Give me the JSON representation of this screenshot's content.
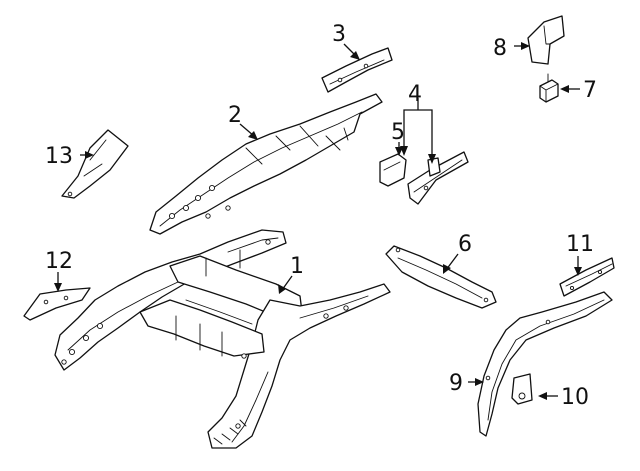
{
  "diagram": {
    "callouts": [
      {
        "id": "1",
        "text": "1"
      },
      {
        "id": "2",
        "text": "2"
      },
      {
        "id": "3",
        "text": "3"
      },
      {
        "id": "4",
        "text": "4"
      },
      {
        "id": "5",
        "text": "5"
      },
      {
        "id": "6",
        "text": "6"
      },
      {
        "id": "7",
        "text": "7"
      },
      {
        "id": "8",
        "text": "8"
      },
      {
        "id": "9",
        "text": "9"
      },
      {
        "id": "10",
        "text": "10"
      },
      {
        "id": "11",
        "text": "11"
      },
      {
        "id": "12",
        "text": "12"
      },
      {
        "id": "13",
        "text": "13"
      }
    ]
  },
  "colors": {
    "line": "#111111",
    "background": "#ffffff"
  }
}
